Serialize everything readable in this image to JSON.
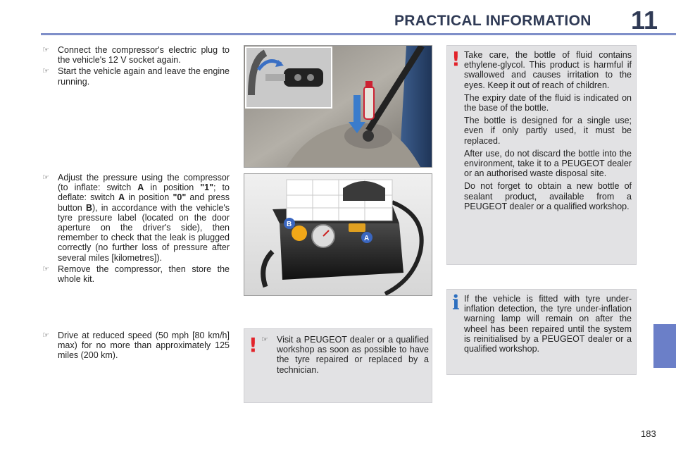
{
  "header": {
    "title": "PRACTICAL INFORMATION",
    "chapter": "11"
  },
  "page_number": "183",
  "bullet_icon": "pointing-hand-icon",
  "left": {
    "group1": [
      {
        "text": "Connect the compressor's electric plug to the vehicle's 12 V socket again."
      },
      {
        "text": "Start the vehicle again and leave the engine running."
      }
    ],
    "group2": [
      {
        "pre": "Adjust the pressure using the compressor (to inflate: switch ",
        "b1": "A",
        "mid1": " in position ",
        "b2": "\"1\"",
        "mid2": "; to deflate: switch ",
        "b3": "A",
        "mid3": " in position ",
        "b4": "\"0\"",
        "mid4": " and press button ",
        "b5": "B",
        "post": "), in accordance with the vehicle's tyre pressure label (located on the door aperture on the driver's side), then remember to check that the leak is plugged correctly (no further loss of pressure after several miles [kilometres])."
      },
      {
        "text": "Remove the compressor, then store the whole kit."
      }
    ],
    "group3": [
      {
        "text": "Drive at reduced speed (50 mph [80 km/h] max) for no more than approximately 125 miles (200 km)."
      }
    ]
  },
  "illustrations": {
    "compressor_labels": {
      "a": "A",
      "b": "B"
    }
  },
  "mid_warning": {
    "mark": "!",
    "text": "Visit a PEUGEOT dealer or a qualified workshop as soon as possible to have the tyre repaired or replaced by a technician."
  },
  "right_warning": {
    "mark": "!",
    "paragraphs": [
      "Take care, the bottle of fluid contains ethylene-glycol. This product is harmful if swallowed and causes irritation to the eyes. Keep it out of reach of children.",
      "The expiry date of the fluid is indicated on the base of the bottle.",
      "The bottle is designed for a single use; even if only partly used, it must be replaced.",
      "After use, do not discard the bottle into the environment, take it to a PEUGEOT dealer or an authorised waste disposal site.",
      "Do not forget to obtain a new bottle of sealant product, available from a PEUGEOT dealer or a qualified workshop."
    ]
  },
  "right_info": {
    "mark": "i",
    "text": "If the vehicle is fitted with tyre under-inflation detection, the tyre under-inflation warning lamp will remain on after the wheel has been repaired until the system is reinitialised by a PEUGEOT dealer or a qualified workshop."
  },
  "colors": {
    "accent": "#6b7fc8",
    "warning": "#e2232a",
    "info": "#2d6fbf",
    "panel": "#e2e2e4"
  }
}
